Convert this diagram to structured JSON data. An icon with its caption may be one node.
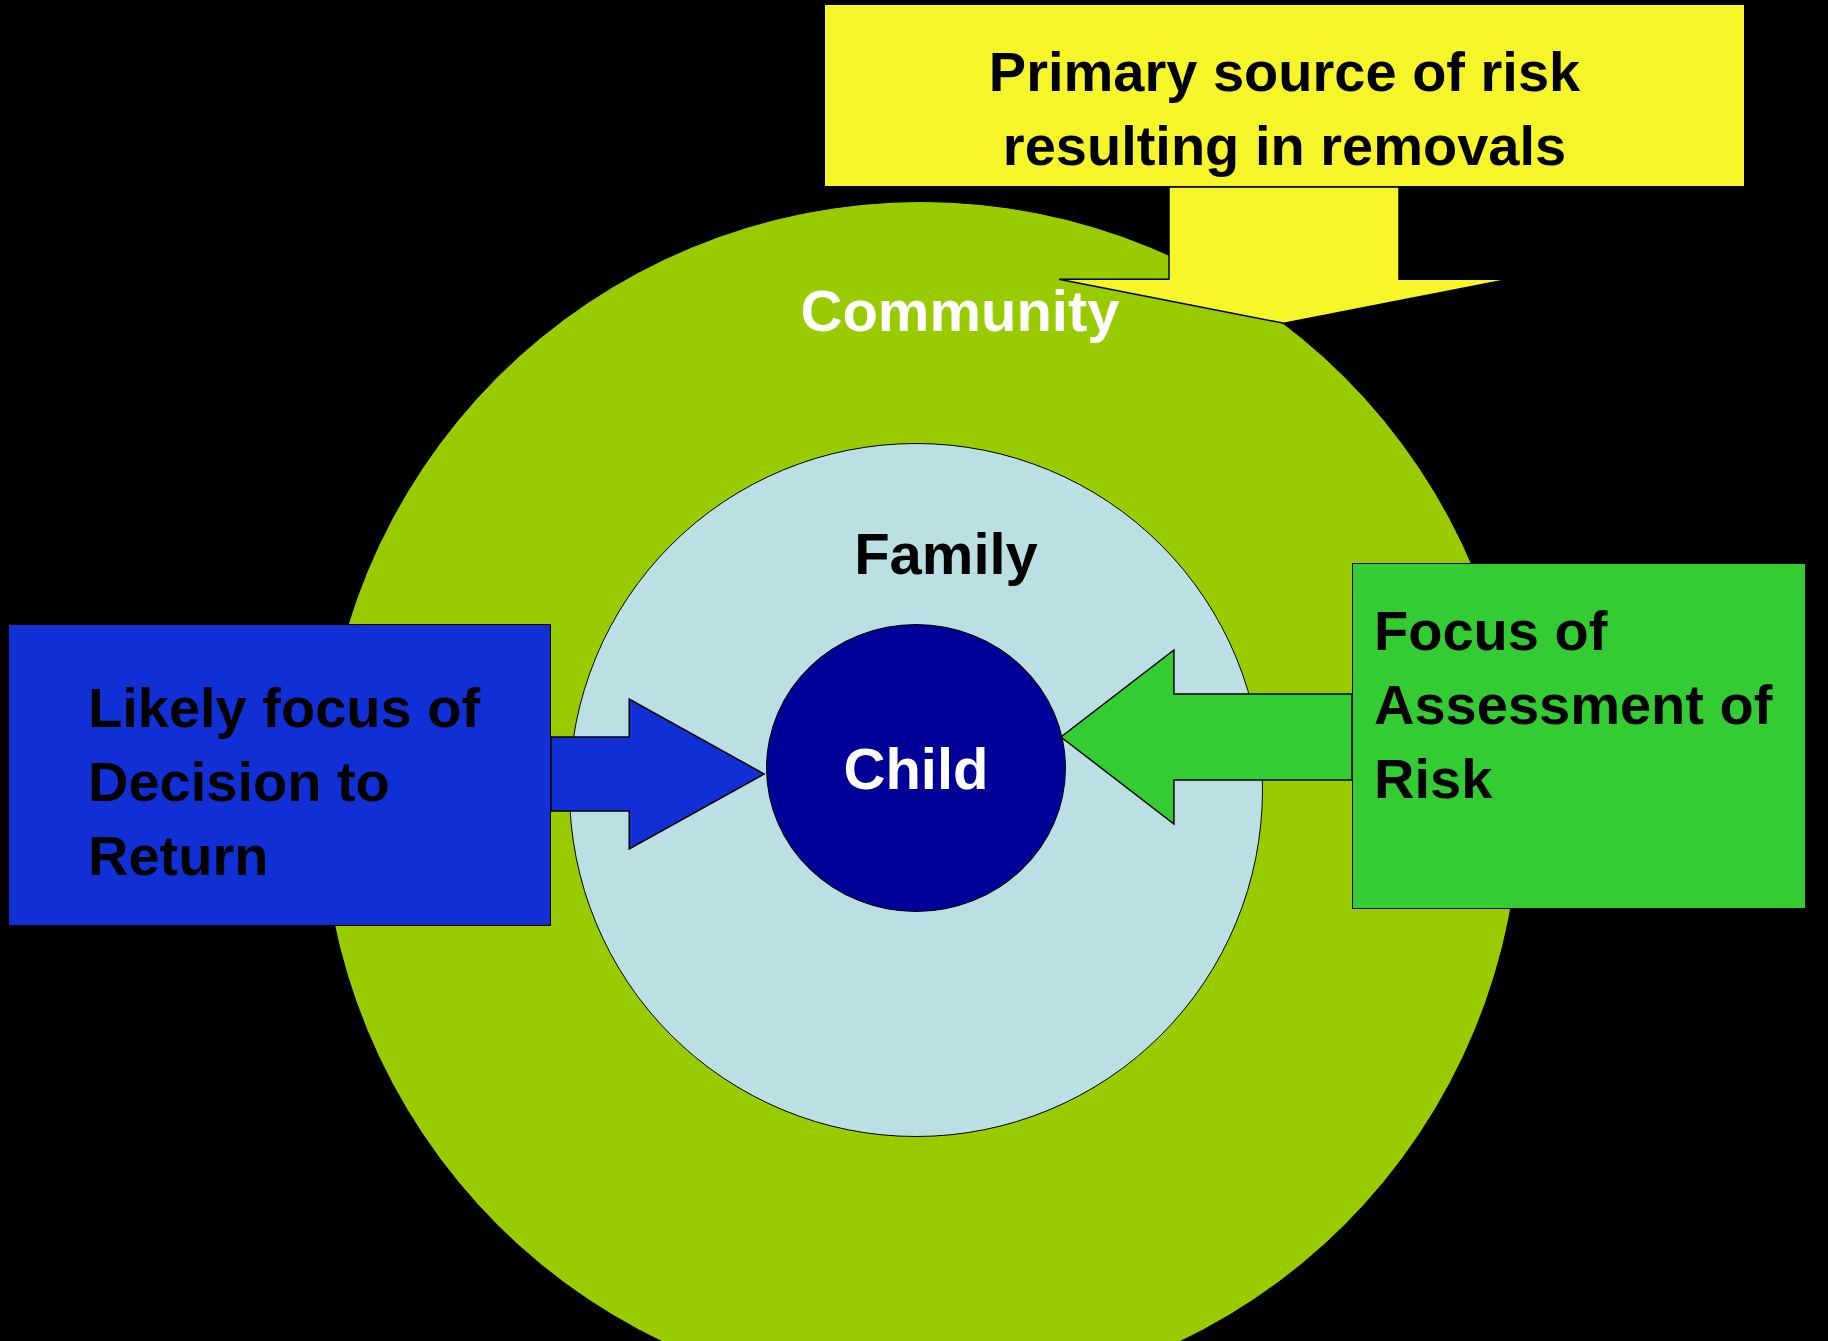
{
  "diagram": {
    "nodes": [
      {
        "text": [
          "Community"
        ]
      },
      {
        "text": [
          "Family"
        ],
        "in": 0
      },
      {
        "text": [
          "Child"
        ],
        "in": 1
      },
      {
        "text": [
          "Primary source of risk resulting in removals"
        ]
      },
      {
        "text": [
          "Likely focus of Decision to Return"
        ]
      },
      {
        "text": [
          "Focus of Assessment of Risk"
        ]
      }
    ],
    "edges": [
      {
        "from": 3,
        "to": 0,
        "arrow": "to"
      },
      {
        "from": 4,
        "to": 2,
        "arrow": "to"
      },
      {
        "from": 5,
        "to": 2,
        "arrow": "to"
      }
    ]
  }
}
